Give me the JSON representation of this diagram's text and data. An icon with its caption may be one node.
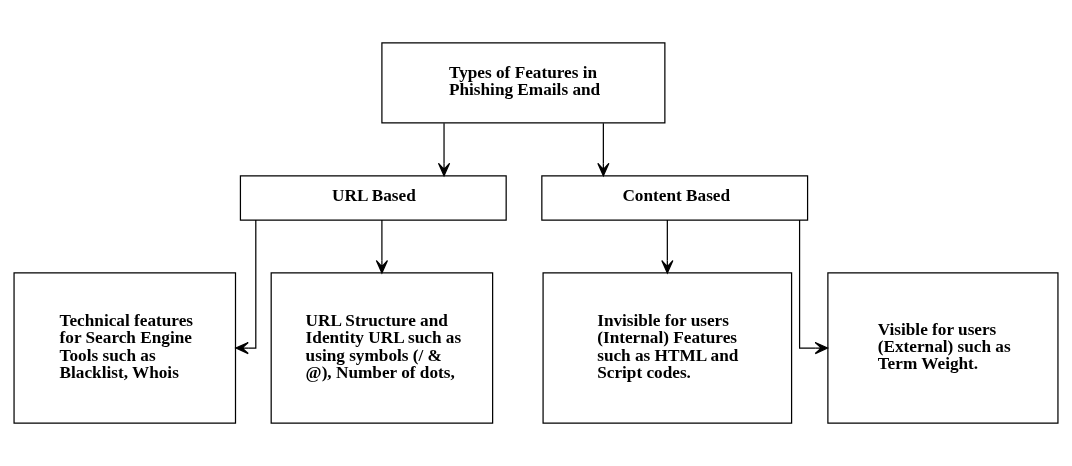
{
  "diagram": {
    "nodes": [
      {
        "text": [
          "Types of Features in Phishing Emails and"
        ]
      },
      {
        "text": [
          "URL Based"
        ]
      },
      {
        "text": [
          "Content Based"
        ]
      },
      {
        "text": [
          "Technical features for Search Engine Tools such as Blacklist, Whois"
        ]
      },
      {
        "text": [
          "URL Structure and Identity URL such as using symbols (/ & @), Number of dots,"
        ]
      },
      {
        "text": [
          "Invisible for users (Internal) Features such as HTML and Script codes."
        ]
      },
      {
        "text": [
          "Visible for users (External) such as Term Weight."
        ]
      }
    ],
    "edges": [
      {
        "from": 0,
        "to": 1,
        "arrow": "to"
      },
      {
        "from": 0,
        "to": 2,
        "arrow": "to"
      },
      {
        "from": 1,
        "to": 3,
        "arrow": "to"
      },
      {
        "from": 1,
        "to": 4,
        "arrow": "to"
      },
      {
        "from": 2,
        "to": 5,
        "arrow": "to"
      },
      {
        "from": 2,
        "to": 6,
        "arrow": "to"
      }
    ]
  }
}
